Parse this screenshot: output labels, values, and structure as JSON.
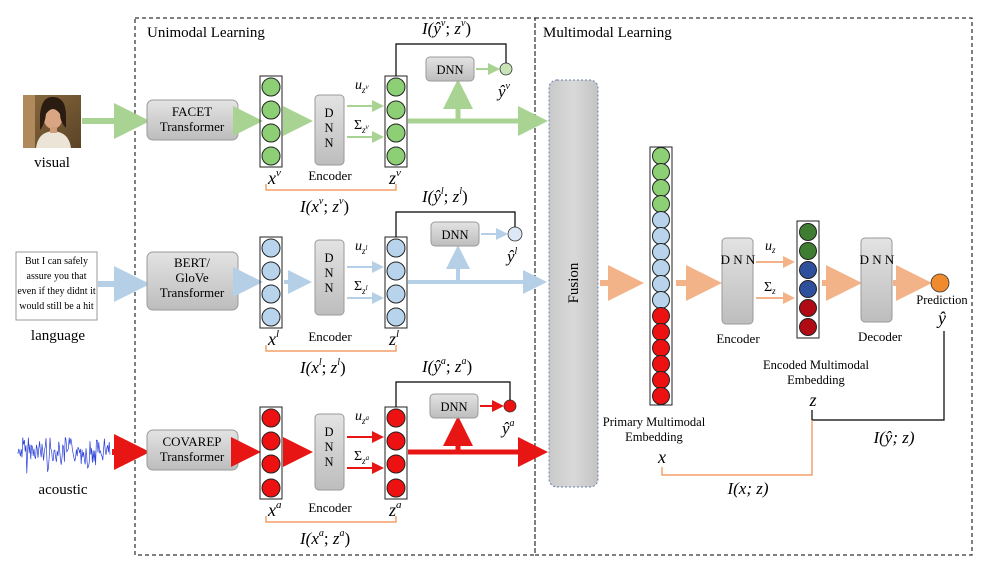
{
  "sections": {
    "unimodal_title": "Unimodal Learning",
    "multimodal_title": "Multimodal Learning"
  },
  "inputs": {
    "visual_label": "visual",
    "language_label": "language",
    "acoustic_label": "acoustic",
    "language_text": "But I can safely assure you that even if they didnt it would still be a hit"
  },
  "extractors": {
    "visual": [
      "FACET",
      "Transformer"
    ],
    "language": [
      "BERT/",
      "GloVe",
      "Transformer"
    ],
    "acoustic": [
      "COVAREP",
      "Transformer"
    ]
  },
  "encoder_dnn_text": "D N N",
  "encoder_label": "Encoder",
  "head_dnn_label": "DNN",
  "fusion_label": "Fusion",
  "branches": {
    "visual": {
      "x": "x",
      "z": "z",
      "sup": "v",
      "u": "u",
      "sigma": "Σ",
      "yhat": "ŷ",
      "mi_xz": "I(x",
      "mi_yz": "I(ŷ"
    },
    "language": {
      "x": "x",
      "z": "z",
      "sup": "l",
      "u": "u",
      "sigma": "Σ",
      "yhat": "ŷ",
      "mi_xz": "I(x",
      "mi_yz": "I(ŷ"
    },
    "acoustic": {
      "x": "x",
      "z": "z",
      "sup": "a",
      "u": "u",
      "sigma": "Σ",
      "yhat": "ŷ",
      "mi_xz": "I(x",
      "mi_yz": "I(ŷ"
    }
  },
  "multimodal": {
    "primary_label": [
      "Primary Multimodal",
      "Embedding"
    ],
    "x_symbol": "x",
    "encoder_label": "Encoder",
    "dnn_text": "D N N",
    "u_label": "u",
    "sigma_label": "Σ",
    "sub_z": "z",
    "encoded_label": [
      "Encoded Multimodal",
      "Embedding"
    ],
    "z_symbol": "z",
    "decoder_label": "Decoder",
    "prediction_label": "Prediction",
    "yhat_symbol": "ŷ",
    "mi_xz": "I(x; z)",
    "mi_yz": "I(ŷ; z)"
  },
  "colors": {
    "visual": "#8ccf74",
    "visual_arrow": "#a9d393",
    "language": "#b8d4ec",
    "language_arrow": "#b5cfe6",
    "acoustic": "#ee1111",
    "acoustic_arrow": "#e81515",
    "fusion_arrow": "#f3b388",
    "enc_green": "#3e7d32",
    "enc_blue": "#2e4f9c",
    "enc_red": "#b00b14",
    "prediction": "#f08a2e",
    "mi_bracket": "#f08c4a",
    "box_gray": "#cfcfcf"
  }
}
